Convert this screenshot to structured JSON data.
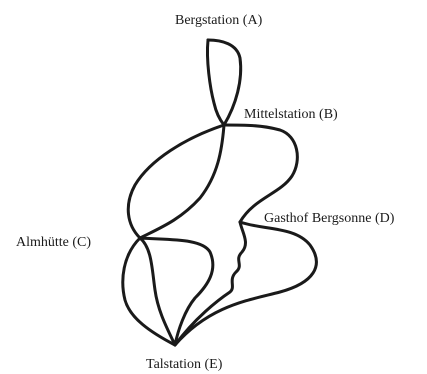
{
  "stations": {
    "a": "Bergstation (A)",
    "b": "Mittelstation (B)",
    "c": "Almhütte (C)",
    "d": "Gasthof Bergsonne (D)",
    "e": "Talstation (E)"
  },
  "colors": {
    "route": "#1a1a1a",
    "background": "#ffffff"
  }
}
